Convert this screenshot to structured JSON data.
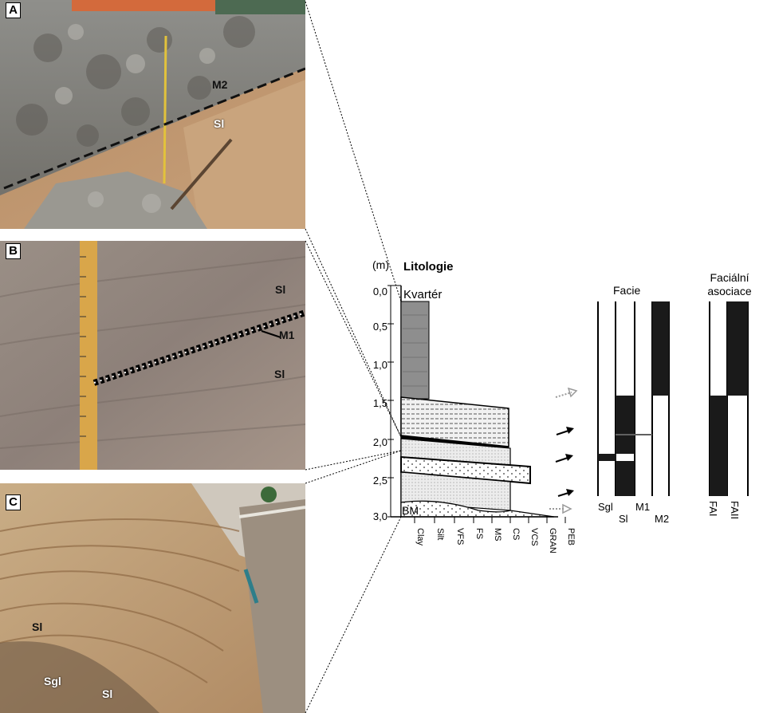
{
  "photos": {
    "a": {
      "letter": "A",
      "labels": {
        "m2": "M2",
        "sl": "Sl"
      }
    },
    "b": {
      "letter": "B",
      "labels": {
        "sl_top": "Sl",
        "m1": "M1",
        "sl_bottom": "Sl"
      }
    },
    "c": {
      "letter": "C",
      "labels": {
        "sl_left": "Sl",
        "sgl": "Sgl",
        "sl_bottom": "Sl"
      }
    }
  },
  "log": {
    "title": "Litologie",
    "unit": "(m)",
    "depth_ticks": [
      "0,0",
      "0,5",
      "1,0",
      "1,5",
      "2,0",
      "2,5",
      "3,0"
    ],
    "units": {
      "kvarter": "Kvartér",
      "bm": "BM"
    },
    "grain_sizes": [
      "Clay",
      "Silt",
      "VFS",
      "FS",
      "MS",
      "CS",
      "VCS",
      "GRAN",
      "PEB"
    ]
  },
  "facies": {
    "title": "Facie",
    "columns": [
      "Sgl",
      "Sl",
      "M1",
      "M2"
    ],
    "colors": {
      "fill": "#1a1a1a",
      "mud": "#8e8e8e"
    }
  },
  "associations": {
    "title_line1": "Faciální",
    "title_line2": "asociace",
    "columns": [
      "FAI",
      "FAII"
    ]
  }
}
